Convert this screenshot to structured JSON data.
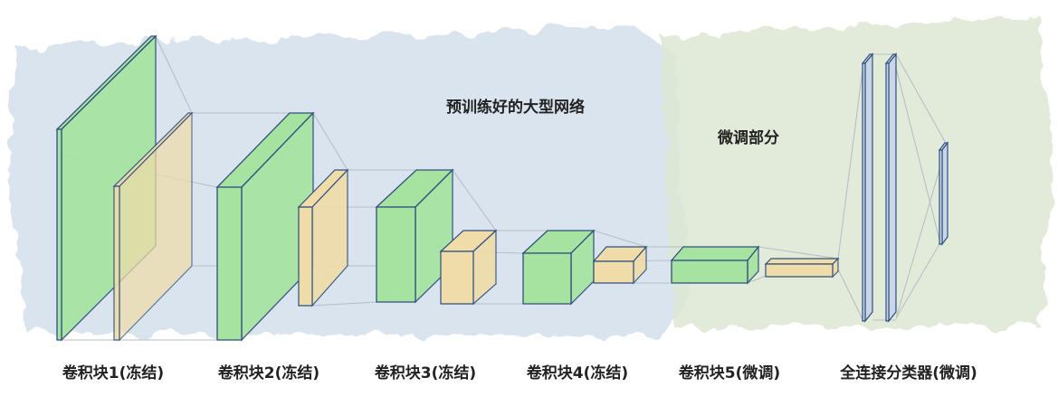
{
  "regions": {
    "pretrained": "预训练好的大型网络",
    "finetune": "微调部分"
  },
  "blocks": [
    {
      "label": "卷积块1(冻结)"
    },
    {
      "label": "卷积块2(冻结)"
    },
    {
      "label": "卷积块3(冻结)"
    },
    {
      "label": "卷积块4(冻结)"
    },
    {
      "label": "卷积块5(微调)"
    },
    {
      "label": "全连接分类器(微调)"
    }
  ],
  "colors": {
    "pretrained_bg": "#d4e0ec",
    "finetune_bg": "#dde8d4",
    "green_fill": "#a6e3a0",
    "yellow_fill": "#f0dca8",
    "edge": "#2f4f80",
    "fc_fill": "#c9d6e6",
    "connector": "#b9bec6"
  }
}
